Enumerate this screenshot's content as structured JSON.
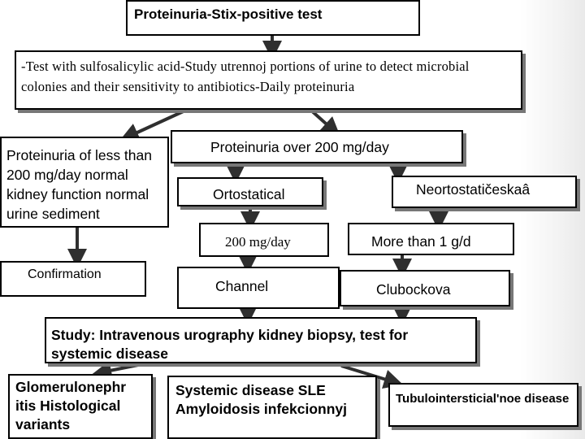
{
  "nodes": {
    "stix_test": "Proteinuria-Stix-positive test",
    "tests": "-Test with sulfosalicylic acid-Study utrennoj portions of urine to detect microbial colonies and their sensitivity to antibiotics-Daily proteinuria",
    "less_200": "Proteinuria of less than 200 mg/day normal kidney function normal urine sediment",
    "confirmation": "Confirmation",
    "over_200": "Proteinuria over 200 mg/day",
    "ortostatical": "Ortostatical",
    "neortostaticeskaa": "Neortostatičeskaâ",
    "mg_200": "200 mg/day",
    "more_1gd": "More than 1 g/d",
    "channel": "Channel",
    "clubockova": "Clubockova",
    "study": "Study: Intravenous urography kidney biopsy, test for systemic disease",
    "glomerulo": "Glomerulonephr itis Histological variants",
    "systemic": "Systemic disease SLE Amyloidosis infekcionnyj",
    "tubulo": "Tubulointersticial'noe disease"
  },
  "colors": {
    "arrow": "#2f2f2f",
    "border": "#000000",
    "shadow": "#777777"
  }
}
